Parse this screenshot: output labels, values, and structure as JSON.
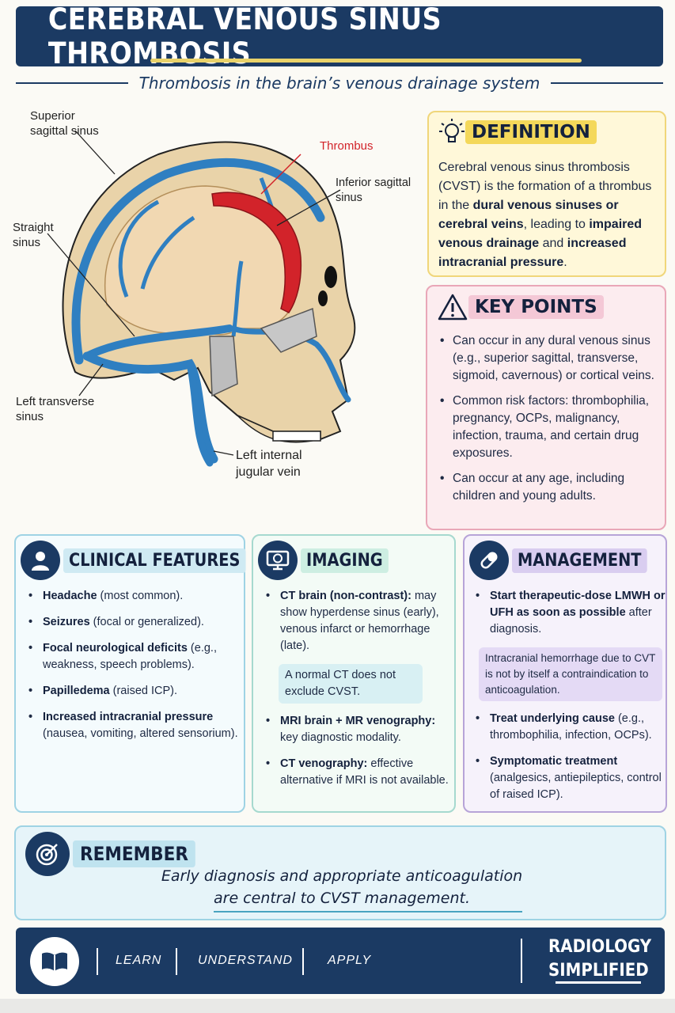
{
  "header": {
    "title": "CEREBRAL VENOUS SINUS THROMBOSIS",
    "subtitle": "Thrombosis in the brain’s venous drainage system"
  },
  "diagram": {
    "labels": {
      "superior_sagittal": "Superior sagittal sinus",
      "thrombus": "Thrombus",
      "inferior_sagittal": "Inferior sagittal sinus",
      "straight": "Straight sinus",
      "left_transverse": "Left transverse sinus",
      "left_internal_jugular": "Left internal jugular vein"
    }
  },
  "definition": {
    "heading": "DEFINITION",
    "icon": "lightbulb-icon",
    "text_1": "Cerebral venous sinus thrombosis (CVST) is the formation of a thrombus in the ",
    "bold_1": "dural venous sinuses or cerebral veins",
    "text_2": ", leading to ",
    "bold_2": "impaired venous drainage",
    "text_3": " and ",
    "bold_3": "increased intracranial pressure",
    "text_4": "."
  },
  "key_points": {
    "heading": "KEY POINTS",
    "icon": "warning-icon",
    "items": [
      "Can occur in any dural venous sinus (e.g., superior sagittal, transverse, sigmoid, cavernous) or cortical veins.",
      "Common risk factors: thrombophilia, pregnancy, OCPs, malignancy, infection, trauma, and certain drug exposures.",
      "Can occur at any age, including children and young adults."
    ]
  },
  "clinical": {
    "heading": "CLINICAL FEATURES",
    "icon": "person-icon",
    "items": [
      {
        "bold": "Headache",
        "rest": " (most common)."
      },
      {
        "bold": "Seizures",
        "rest": " (focal or generalized)."
      },
      {
        "bold": "Focal neurological deficits",
        "rest": " (e.g., weakness, speech problems)."
      },
      {
        "bold": "Papilledema",
        "rest": " (raised ICP)."
      },
      {
        "bold": "Increased intracranial pressure",
        "rest": " (nausea, vomiting, altered sensorium)."
      }
    ]
  },
  "imaging": {
    "heading": "IMAGING",
    "icon": "monitor-brain-icon",
    "items": [
      {
        "bold": "CT brain (non-contrast):",
        "rest": " may show hyperdense sinus (early), venous infarct or hemorrhage (late)."
      },
      {
        "bold": "MRI brain + MR venography:",
        "rest": " key diagnostic modality."
      },
      {
        "bold": "CT venography:",
        "rest": " effective alternative if MRI is not available."
      }
    ],
    "note": "A normal CT does not exclude CVST."
  },
  "management": {
    "heading": "MANAGEMENT",
    "icon": "pill-icon",
    "items": [
      {
        "bold": "Start therapeutic-dose LMWH or UFH as soon as possible",
        "rest": " after diagnosis."
      },
      {
        "bold": "Treat underlying cause",
        "rest": " (e.g., thrombophilia, infection, OCPs)."
      },
      {
        "bold": "Symptomatic treatment",
        "rest": " (analgesics, antiepileptics, control of raised ICP)."
      }
    ],
    "note": "Intracranial hemorrhage due to CVT is not by itself a contraindication to anticoagulation."
  },
  "remember": {
    "heading": "REMEMBER",
    "icon": "target-icon",
    "line_1": "Early diagnosis and appropriate anticoagulation",
    "line_2": "are central to CVST management."
  },
  "footer": {
    "icon": "book-icon",
    "items": [
      "LEARN",
      "UNDERSTAND",
      "APPLY"
    ],
    "brand_1": "RADIOLOGY",
    "brand_2": "SIMPLIFIED"
  },
  "colors": {
    "navy": "#1b3a63",
    "vein_blue": "#2f7fc1",
    "thrombus_red": "#d2232a",
    "skull": "#e9d3a9",
    "brain": "#f1d8b2"
  }
}
